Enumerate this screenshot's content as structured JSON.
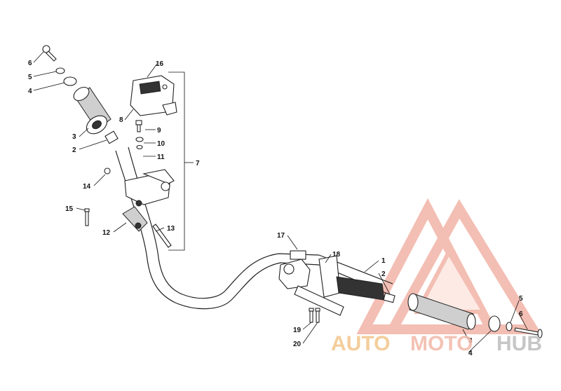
{
  "callouts": {
    "c1": "1",
    "c2a": "2",
    "c2b": "2",
    "c3a": "3",
    "c3b": "3",
    "c4a": "4",
    "c4b": "4",
    "c5a": "5",
    "c5b": "5",
    "c6a": "6",
    "c6b": "6",
    "c7": "7",
    "c8": "8",
    "c9": "9",
    "c10": "10",
    "c11": "11",
    "c12": "12",
    "c13": "13",
    "c14": "14",
    "c15": "15",
    "c16": "16",
    "c17": "17",
    "c18": "18",
    "c19": "19",
    "c20": "20"
  },
  "watermark": {
    "word_a": "AUTO",
    "word_b": "MOTO",
    "word_c": "HUB",
    "color_primary": "#f2b8a8",
    "color_secondary": "#c8c8c8"
  }
}
